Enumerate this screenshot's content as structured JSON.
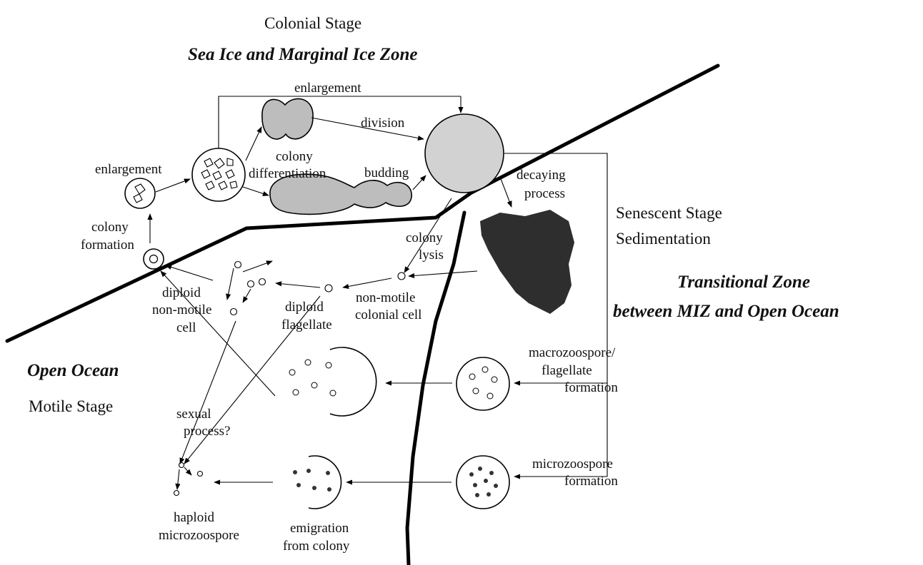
{
  "stages": {
    "colonial": "Colonial Stage",
    "senescent": "Senescent Stage",
    "sedimentation": "Sedimentation",
    "motile": "Motile Stage"
  },
  "zones": {
    "sea_ice": "Sea Ice and Marginal Ice Zone",
    "transitional_1": "Transitional Zone",
    "transitional_2": "between MIZ and Open Ocean",
    "open_ocean": "Open Ocean"
  },
  "labels": {
    "enlargement_top": "enlargement",
    "division": "division",
    "enlargement_left": "enlargement",
    "colony_diff_1": "colony",
    "colony_diff_2": "differentiation",
    "budding": "budding",
    "decaying_1": "decaying",
    "decaying_2": "process",
    "colony_formation_1": "colony",
    "colony_formation_2": "formation",
    "colony_lysis_1": "colony",
    "colony_lysis_2": "lysis",
    "non_motile_colonial_1": "non-motile",
    "non_motile_colonial_2": "colonial cell",
    "diploid_non_motile_1": "diploid",
    "diploid_non_motile_2": "non-motile",
    "diploid_non_motile_3": "cell",
    "diploid_flagellate_1": "diploid",
    "diploid_flagellate_2": "flagellate",
    "macrozoospore_1": "macrozoospore/",
    "macrozoospore_2": "flagellate",
    "macrozoospore_3": "formation",
    "microzoospore_1": "microzoospore",
    "microzoospore_2": "formation",
    "sexual_1": "sexual",
    "sexual_2": "process?",
    "haploid_1": "haploid",
    "haploid_2": "microzoospore",
    "emigration_1": "emigration",
    "emigration_2": "from colony"
  }
}
